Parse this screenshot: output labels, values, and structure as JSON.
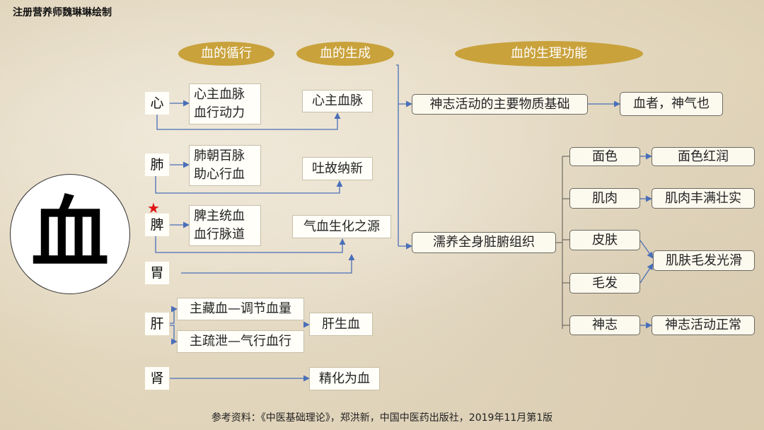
{
  "credit": "注册营养师魏琳琳绘制",
  "center_char": "血",
  "headers": {
    "circulation": "血的循行",
    "generation": "血的生成",
    "function": "血的生理功能"
  },
  "organs": {
    "heart": "心",
    "lung": "肺",
    "spleen": "脾",
    "stomach": "胃",
    "liver": "肝",
    "kidney": "肾"
  },
  "circulation": {
    "heart": [
      "心主血脉",
      "血行动力"
    ],
    "lung": [
      "肺朝百脉",
      "助心行血"
    ],
    "spleen": [
      "脾主统血",
      "血行脉道"
    ],
    "liver_1": "主藏血—调节血量",
    "liver_2": "主疏泄—气行血行"
  },
  "generation": {
    "heart": "心主血脉",
    "lung": "吐故纳新",
    "spleen": "气血生化之源",
    "liver": "肝生血",
    "kidney": "精化为血"
  },
  "functions": {
    "spirit_basis": "神志活动的主要物质基础",
    "spirit_quote": "血者，神气也",
    "nourish": "濡养全身脏腑组织",
    "items": [
      {
        "part": "面色",
        "effect": "面色红润"
      },
      {
        "part": "肌肉",
        "effect": "肌肉丰满壮实"
      },
      {
        "part": "皮肤",
        "effect": "肌肤毛发光滑"
      },
      {
        "part": "毛发"
      },
      {
        "part": "神志",
        "effect": "神志活动正常"
      }
    ]
  },
  "reference": "参考资料：《中医基础理论》，郑洪新，中国中医药出版社，2019年11月第1版",
  "colors": {
    "oval_fill": "#c9a23c",
    "arrow": "#4a6fb8",
    "star": "#e01515"
  }
}
